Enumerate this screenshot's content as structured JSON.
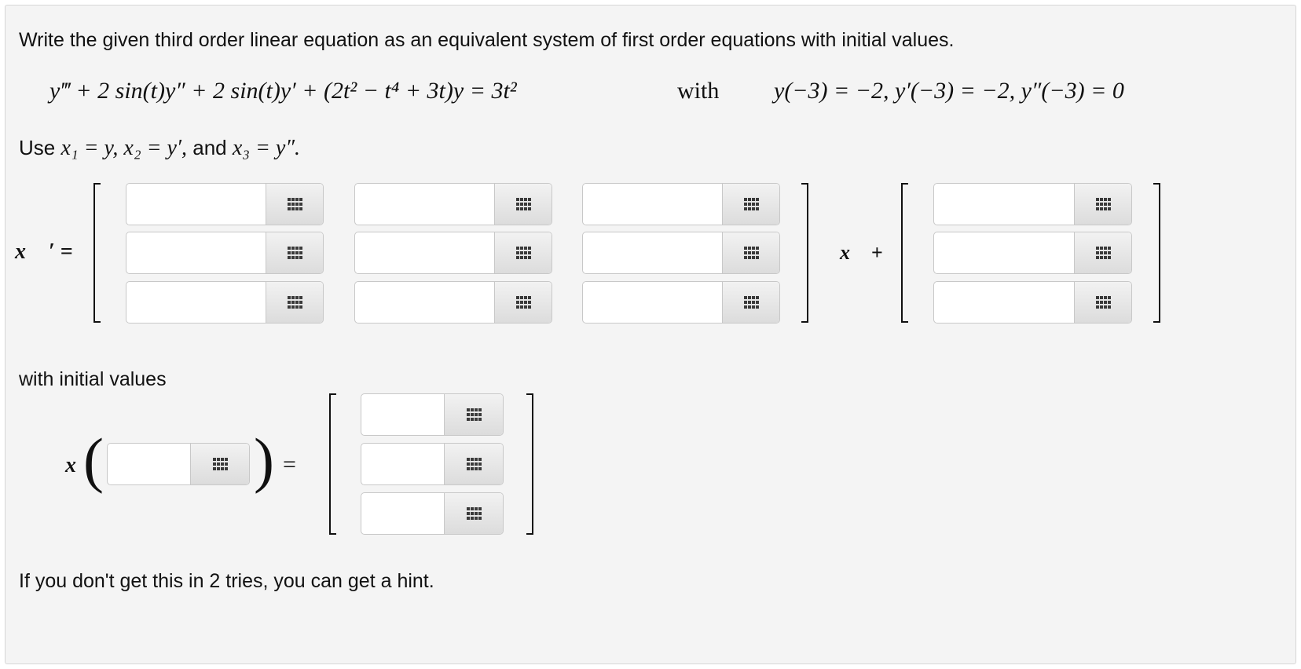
{
  "question": {
    "prompt": "Write the given third order linear equation as an equivalent system of first order equations with initial values.",
    "equation": "y‴ + 2 sin(t)y″ + 2 sin(t)y′ + (2t² − t⁴ + 3t)y = 3t²",
    "with_label": "with",
    "initial_conditions": "y(−3) = −2,  y′(−3) = −2,  y″(−3) = 0",
    "substitution_prefix": "Use ",
    "substitution_math": "x₁ = y, x₂ = y′,",
    "substitution_and": " and ",
    "substitution_math2": "x₃ = y″.",
    "x_prime_label": "x⃗ ′ =",
    "x_plus_label": "x⃗ +",
    "with_initial_values": "with initial values",
    "x_vec": "x⃗",
    "equals": "=",
    "hint_text": "If you don't get this in 2 tries, you can get a hint."
  },
  "matrix_A": [
    [
      "",
      "",
      ""
    ],
    [
      "",
      "",
      ""
    ],
    [
      "",
      "",
      ""
    ]
  ],
  "vector_f": [
    "",
    "",
    ""
  ],
  "initial_time": "",
  "initial_vector": [
    "",
    "",
    ""
  ],
  "icons": {
    "entry_button": "grid-icon"
  }
}
